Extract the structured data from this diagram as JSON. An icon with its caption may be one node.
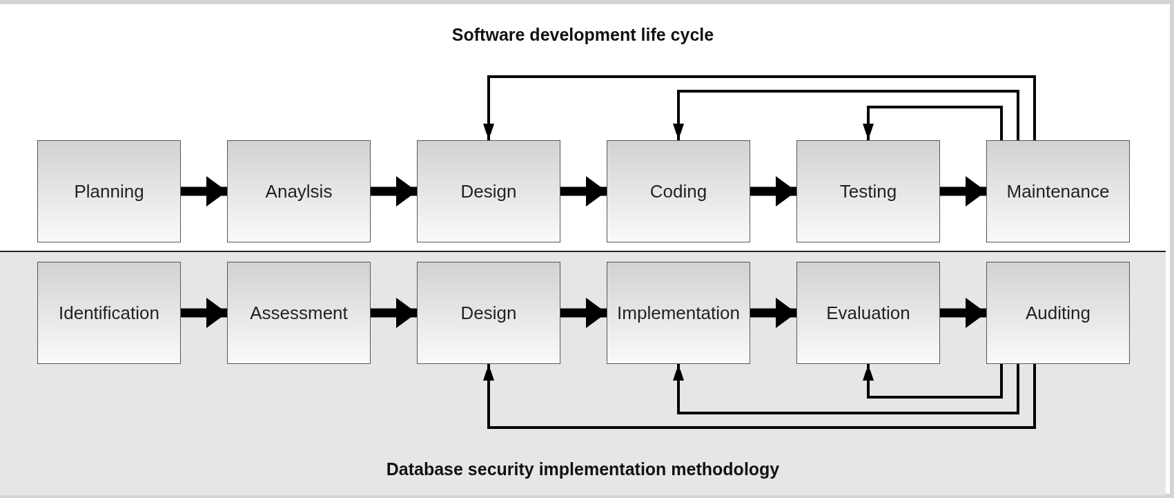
{
  "diagram": {
    "nodes": [
      {
        "text": [
          "Software development life cycle"
        ]
      },
      {
        "text": [
          "Planning"
        ],
        "in": 0
      },
      {
        "text": [
          "Anaylsis"
        ],
        "in": 0
      },
      {
        "text": [
          "Design"
        ],
        "in": 0
      },
      {
        "text": [
          "Coding"
        ],
        "in": 0
      },
      {
        "text": [
          "Testing"
        ],
        "in": 0
      },
      {
        "text": [
          "Maintenance"
        ],
        "in": 0
      },
      {
        "text": [
          "Database security implementation methodology"
        ]
      },
      {
        "text": [
          "Identification"
        ],
        "in": 7
      },
      {
        "text": [
          "Assessment"
        ],
        "in": 7
      },
      {
        "text": [
          "Design"
        ],
        "in": 7
      },
      {
        "text": [
          "Implementation"
        ],
        "in": 7
      },
      {
        "text": [
          "Evaluation"
        ],
        "in": 7
      },
      {
        "text": [
          "Auditing"
        ],
        "in": 7
      }
    ],
    "edges": [
      {
        "from": 1,
        "to": 2,
        "arrow": "to"
      },
      {
        "from": 2,
        "to": 3,
        "arrow": "to"
      },
      {
        "from": 3,
        "to": 4,
        "arrow": "to"
      },
      {
        "from": 4,
        "to": 5,
        "arrow": "to"
      },
      {
        "from": 5,
        "to": 6,
        "arrow": "to"
      },
      {
        "from": 6,
        "to": 3,
        "arrow": "to"
      },
      {
        "from": 6,
        "to": 4,
        "arrow": "to"
      },
      {
        "from": 6,
        "to": 5,
        "arrow": "to"
      },
      {
        "from": 8,
        "to": 9,
        "arrow": "to"
      },
      {
        "from": 9,
        "to": 10,
        "arrow": "to"
      },
      {
        "from": 10,
        "to": 11,
        "arrow": "to"
      },
      {
        "from": 11,
        "to": 12,
        "arrow": "to"
      },
      {
        "from": 12,
        "to": 13,
        "arrow": "to"
      },
      {
        "from": 13,
        "to": 10,
        "arrow": "to"
      },
      {
        "from": 13,
        "to": 11,
        "arrow": "to"
      },
      {
        "from": 13,
        "to": 12,
        "arrow": "to"
      }
    ]
  }
}
